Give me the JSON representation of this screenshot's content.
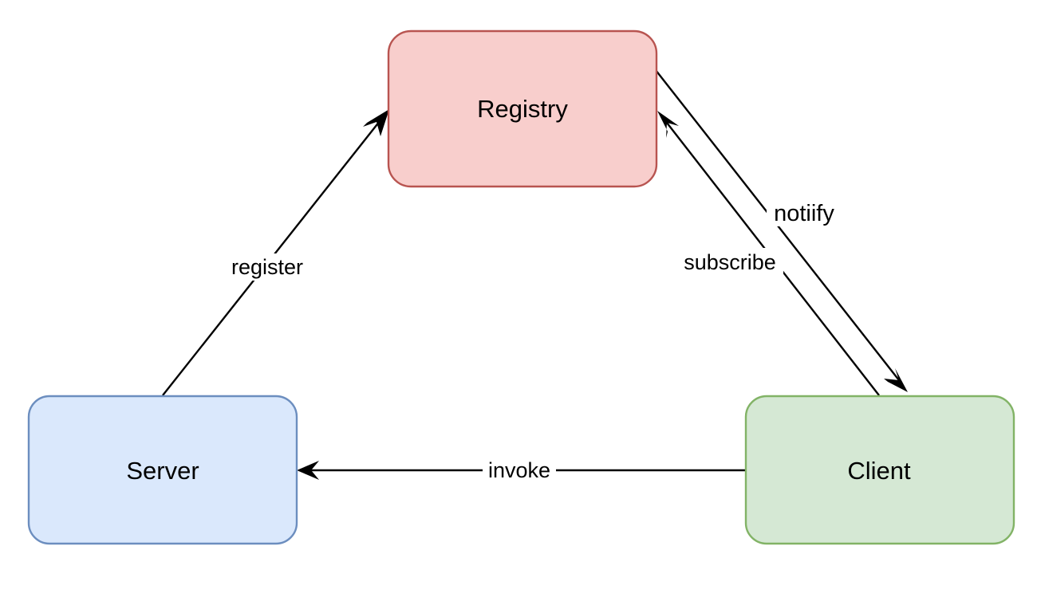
{
  "nodes": {
    "registry": {
      "label": "Registry",
      "fill": "#f8cecc",
      "stroke": "#b85450"
    },
    "server": {
      "label": "Server",
      "fill": "#dae8fc",
      "stroke": "#6c8ebf"
    },
    "client": {
      "label": "Client",
      "fill": "#d5e8d4",
      "stroke": "#82b366"
    }
  },
  "edges": {
    "register": {
      "label": "register",
      "from": "Server",
      "to": "Registry"
    },
    "notify": {
      "label": "notiify",
      "from": "Registry",
      "to": "Client"
    },
    "subscribe": {
      "label": "subscribe",
      "from": "Client",
      "to": "Registry"
    },
    "invoke": {
      "label": "invoke",
      "from": "Client",
      "to": "Server"
    }
  },
  "colors": {
    "line": "#000000",
    "background": "#ffffff"
  }
}
